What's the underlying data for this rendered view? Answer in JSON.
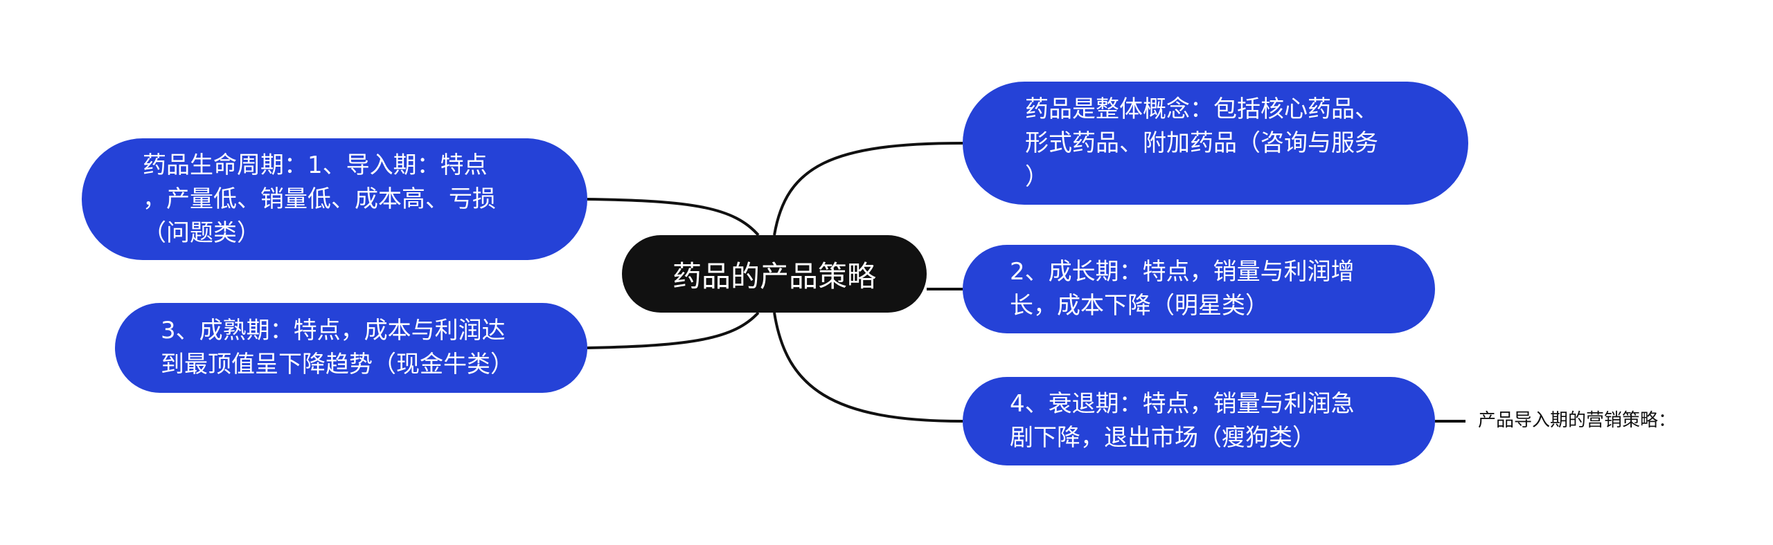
{
  "root": {
    "label": "药品的产品策略"
  },
  "left_nodes": [
    {
      "id": "lifecycle",
      "lines": [
        "药品生命周期：1、导入期：特点",
        "，产量低、销量低、成本高、亏损",
        "（问题类）"
      ]
    },
    {
      "id": "maturity",
      "lines": [
        "3、成熟期：特点，成本与利润达",
        "到最顶值呈下降趋势（现金牛类）"
      ]
    }
  ],
  "right_nodes": [
    {
      "id": "product-concept",
      "lines": [
        "药品是整体概念：包括核心药品、",
        "形式药品、附加药品（咨询与服务",
        "）"
      ]
    },
    {
      "id": "growth",
      "lines": [
        "2、成长期：特点，销量与利润增",
        "长，成本下降（明星类）"
      ]
    },
    {
      "id": "decline",
      "lines": [
        "4、衰退期：特点，销量与利润急",
        "剧下降，退出市场（瘦狗类）"
      ]
    }
  ],
  "leaf": {
    "label": "产品导入期的营销策略："
  },
  "colors": {
    "node_fill": "#2542d7",
    "root_fill": "#111111",
    "node_text": "#ffffff",
    "connector": "#111111"
  }
}
